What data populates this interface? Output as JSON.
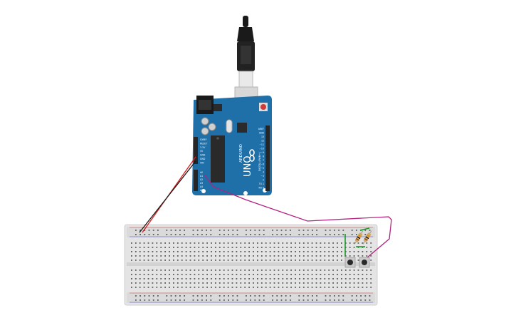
{
  "colors": {
    "background": "#ffffff",
    "board": "#1f6fa8",
    "board_dark": "#175a8c",
    "breadboard": "#e4e4e4",
    "breadboard_rail": "#d8d8d8",
    "hole": "#5a5a5a",
    "header": "#262626",
    "wire_red": "#d81b1b",
    "wire_black": "#1a1a1a",
    "wire_magenta": "#b0237f",
    "wire_green": "#1c9a2a",
    "usb_metal": "#d6d6d6",
    "reset_button": "#d23a3a",
    "resistor_body": "#cfa96a",
    "pushbutton": "#2a2a2a"
  },
  "board": {
    "model_text": "UNO",
    "brand_text": "ARDUINO",
    "power_header_labels": [
      "IOREF",
      "RESET",
      "3.3V",
      "5V",
      "GND",
      "GND",
      "VIN"
    ],
    "analog_header_labels": [
      "A0",
      "A1",
      "A2",
      "A3",
      "A4",
      "A5"
    ],
    "digital_header_labels": [
      "AREF",
      "GND",
      "13",
      "12",
      "~11",
      "~10",
      "~9",
      "8",
      "7",
      "~6",
      "~5",
      "4",
      "~3",
      "2",
      "TX 1",
      "RX 0"
    ],
    "digital_section_label": "DIGITAL (PWM~)",
    "analog_section_label": "ANALOG IN"
  },
  "icons": {
    "usb_cable": "usb-cable-icon",
    "power_jack": "power-jack-icon",
    "reset_button": "reset-button-icon",
    "microcontroller": "chip-icon",
    "pushbutton": "pushbutton-icon",
    "resistor": "resistor-icon"
  }
}
